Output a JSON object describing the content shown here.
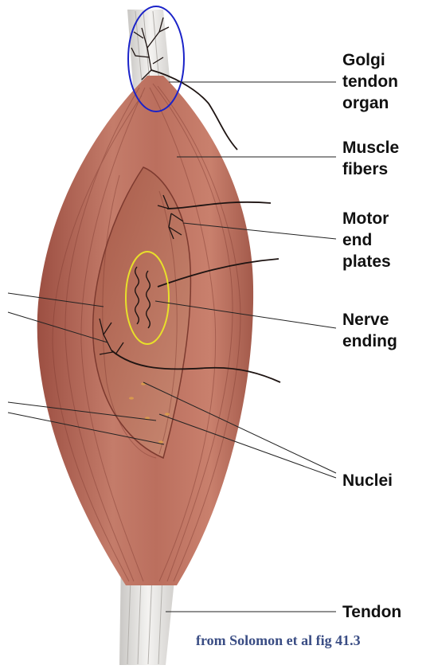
{
  "labels": {
    "golgi_tendon_organ": [
      "Golgi",
      "tendon",
      "organ"
    ],
    "muscle_fibers": [
      "Muscle",
      "fibers"
    ],
    "motor_end_plates": [
      "Motor",
      "end",
      "plates"
    ],
    "nerve_ending": [
      "Nerve",
      "ending"
    ],
    "nuclei": [
      "Nuclei"
    ],
    "tendon": [
      "Tendon"
    ]
  },
  "credit": "from Solomon et al fig 41.3",
  "colors": {
    "muscle": "#b86a5a",
    "muscle_dark": "#8e4438",
    "tendon": "#e7e5e3",
    "golgi_circle": "#1a22c8",
    "nerve_ending_circle": "#e8e02a",
    "nerve": "#1e1412",
    "leader_line": "#222222",
    "credit_text": "#3a4d84"
  }
}
